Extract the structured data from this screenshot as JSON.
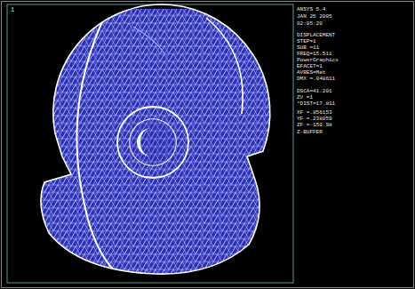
{
  "diagram": {
    "labels": [
      "1",
      "ANSYS 5.4",
      "JAN 25 2005",
      "02:05:20",
      "DISPLACEMENT",
      "STEP=1",
      "SUB =11",
      "FREQ=15.511",
      "PowerGraphics",
      "EFACET=1",
      "AVRES=Mat",
      "DMX =.048611",
      "DSCA=41.201",
      "ZV =1",
      "*DIST=17.811",
      "XF =.856153",
      "YF =.238059",
      "ZF =-150.98",
      "Z-BUFFER"
    ]
  }
}
